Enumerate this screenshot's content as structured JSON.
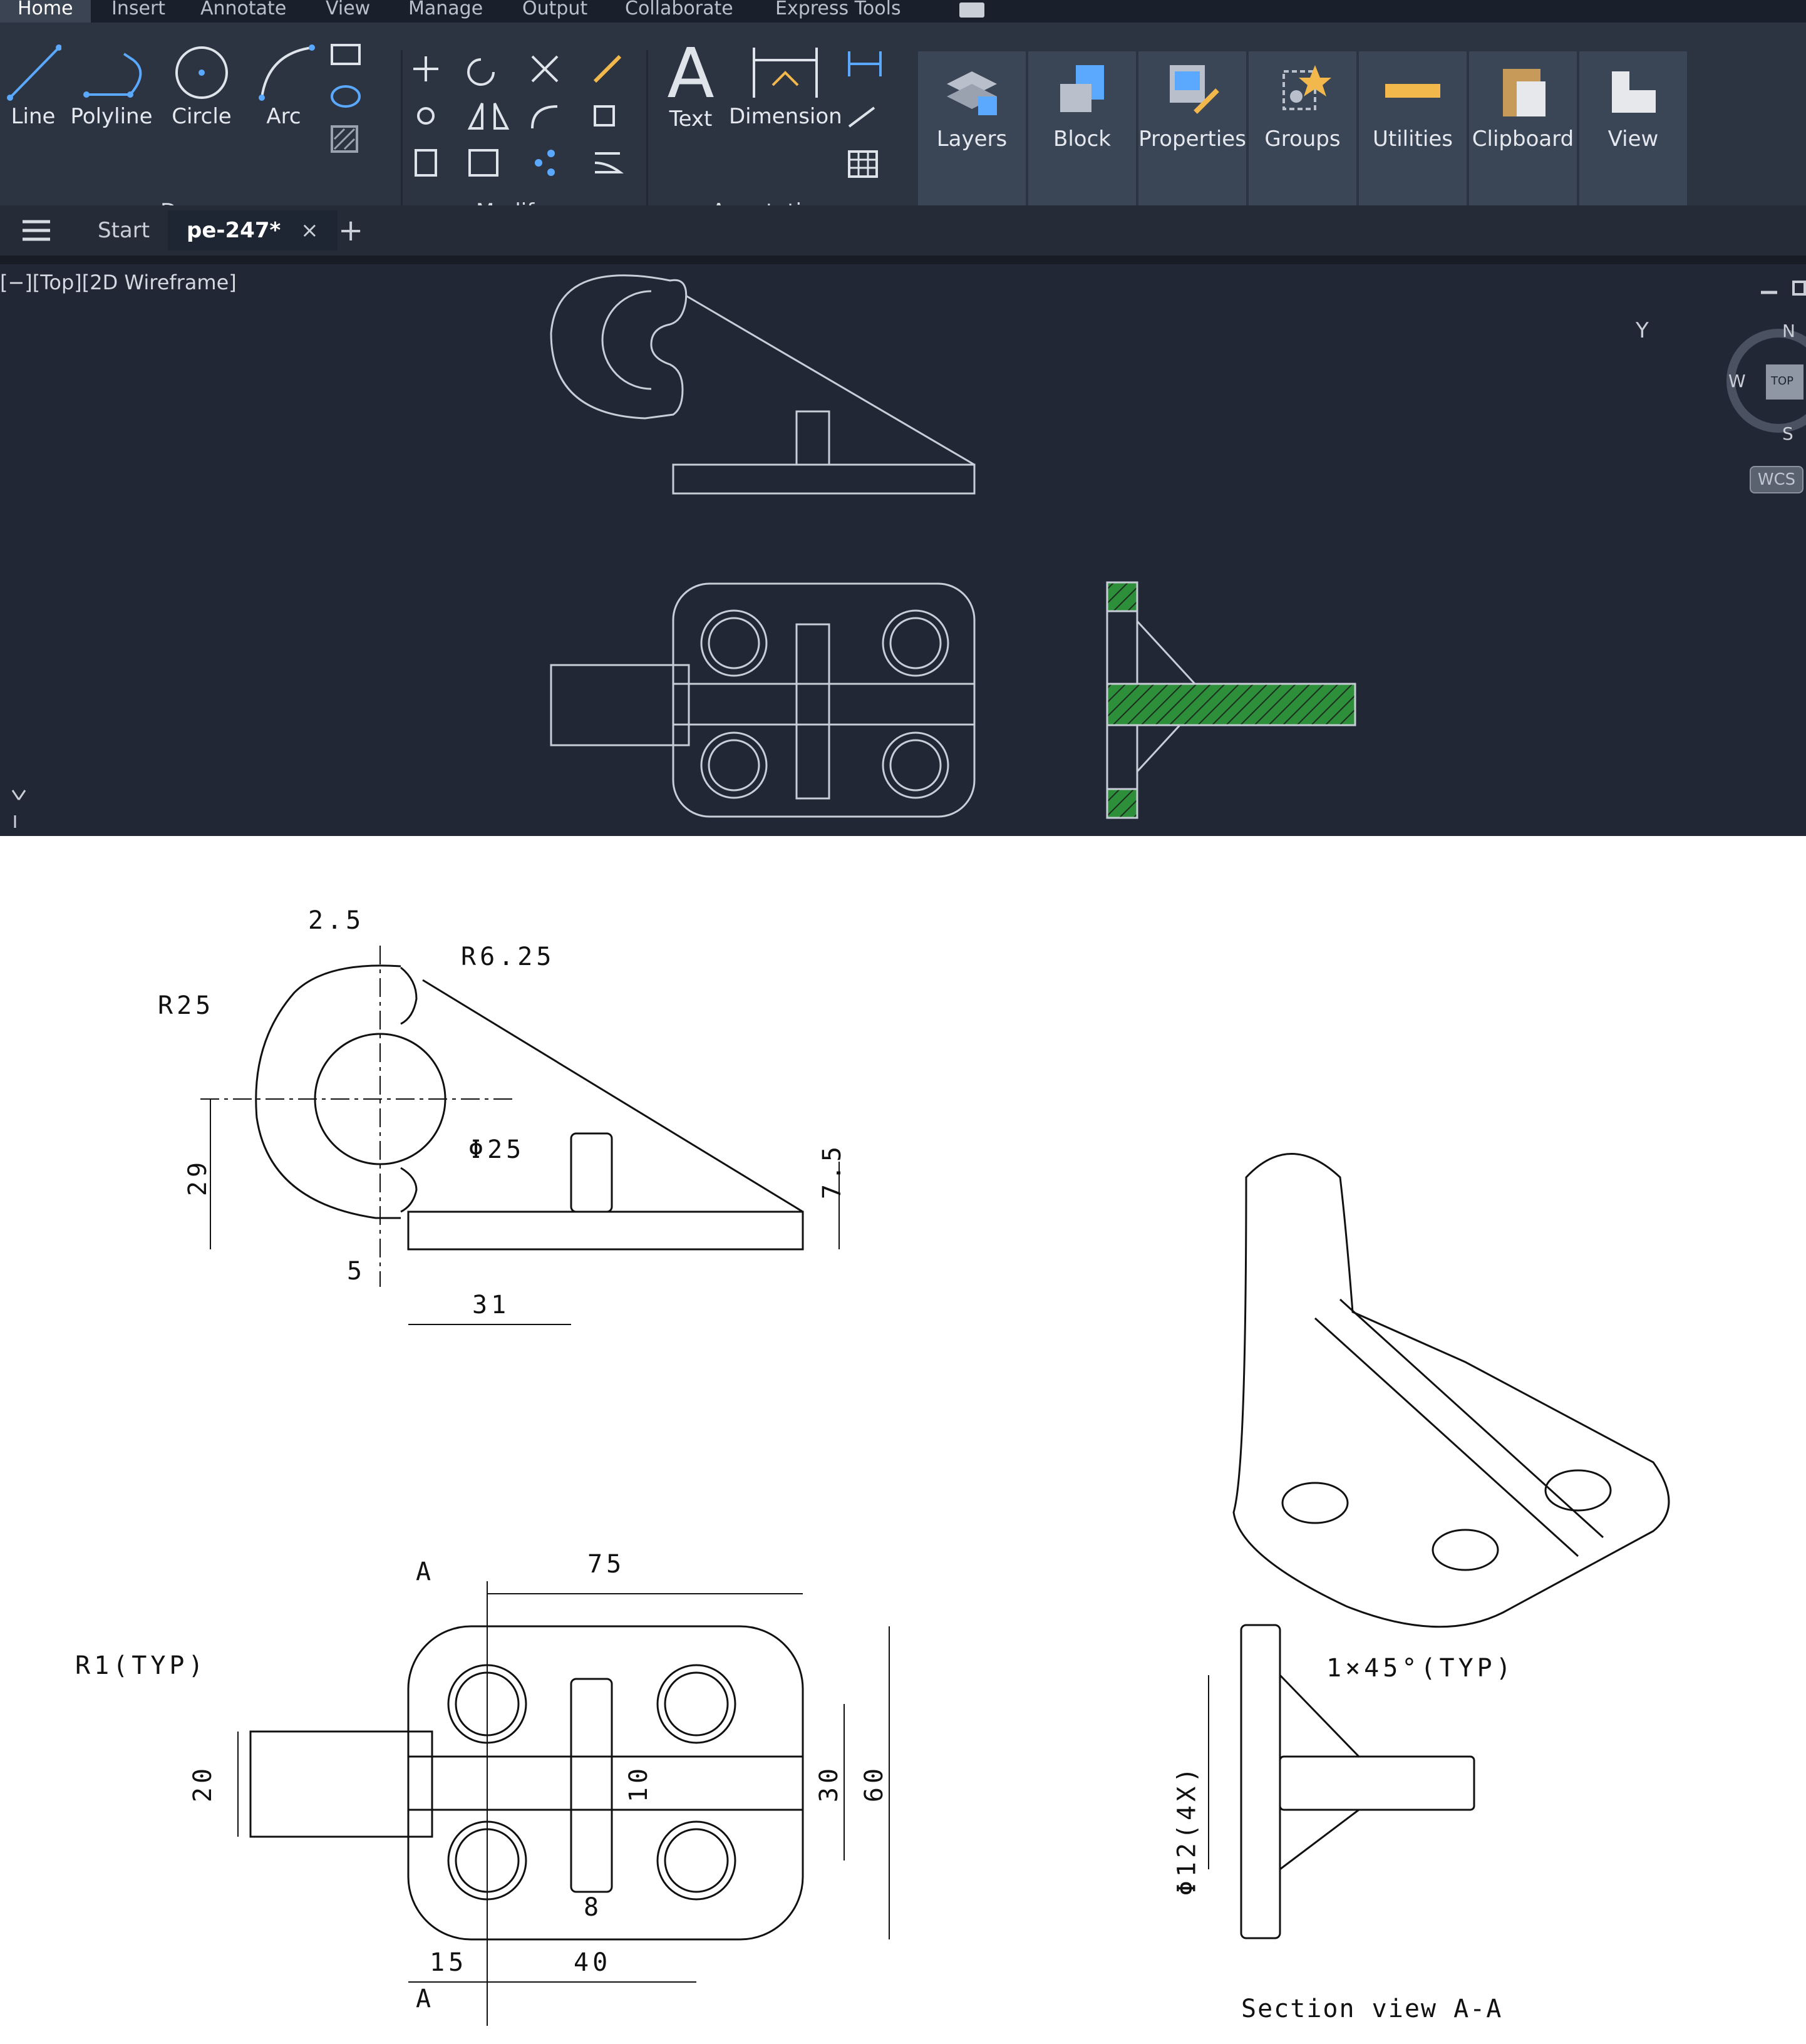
{
  "menu": {
    "tabs": [
      "Home",
      "Insert",
      "Annotate",
      "View",
      "Manage",
      "Output",
      "Collaborate",
      "Express Tools"
    ]
  },
  "ribbon": {
    "draw": {
      "line": "Line",
      "polyline": "Polyline",
      "circle": "Circle",
      "arc": "Arc",
      "panel": "Draw"
    },
    "modify": {
      "panel": "Modify"
    },
    "annotation": {
      "text": "Text",
      "dimension": "Dimension",
      "panel": "Annotation"
    },
    "big": [
      "Layers",
      "Block",
      "Properties",
      "Groups",
      "Utilities",
      "Clipboard",
      "View"
    ]
  },
  "filetabs": {
    "start": "Start",
    "active": "pe-247*",
    "close": "×",
    "new": "+"
  },
  "viewport": {
    "label": "[−][Top][2D Wireframe]",
    "compass": {
      "n": "N",
      "w": "W",
      "s": "S",
      "top": "TOP"
    },
    "wcs": "WCS",
    "axis_y": "Y"
  },
  "paper": {
    "front": {
      "d1": "2.5",
      "d2": "R6.25",
      "d3": "R25",
      "d4": "Φ25",
      "d5": "29",
      "d6": "7.5",
      "d7": "5",
      "d8": "31"
    },
    "plan": {
      "d1": "75",
      "d2": "R1(TYP)",
      "d3": "20",
      "d4": "10",
      "d5": "30",
      "d6": "60",
      "d7": "8",
      "d8": "15",
      "d9": "40",
      "sec_a1": "A",
      "sec_a2": "A"
    },
    "section": {
      "d1": "1×45°(TYP)",
      "d2": "Φ12(4X)",
      "caption": "Section view A-A"
    }
  },
  "colors": {
    "ribbon_bg": "#2d3441",
    "drawing_bg": "#212735",
    "hatch": "#2ea043",
    "lines": "#c8ced8"
  }
}
